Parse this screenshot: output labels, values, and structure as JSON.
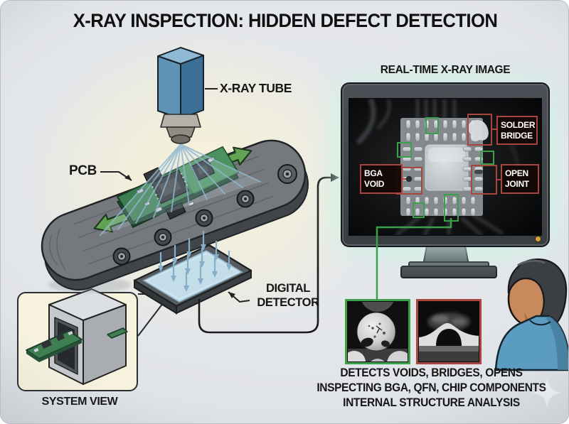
{
  "title": "X-RAY INSPECTION: HIDDEN DEFECT DETECTION",
  "scene": {
    "xray_tube_label": "X-RAY TUBE",
    "pcb_label": "PCB",
    "detector_label": "DIGITAL DETECTOR",
    "system_view": {
      "caption": "SYSTEM VIEW"
    }
  },
  "monitor": {
    "title": "REAL-TIME X-RAY IMAGE",
    "annotations": {
      "solder_bridge": "SOLDER BRIDGE",
      "bga_void": "BGA VOID",
      "open_joint": "OPEN JOINT"
    },
    "power_led_color": "#d8a13e"
  },
  "insets": {
    "bga_void_closeup": {
      "border_color": "#3aa04a"
    },
    "open_joint_closeup": {
      "border_color": "#a8453c"
    }
  },
  "footer": {
    "line1": "DETECTS VOIDS, BRIDGES, OPENS",
    "line2": "INSPECTING BGA, QFN, CHIP COMPONENTS",
    "line3": "INTERNAL STRUCTURE ANALYSIS"
  },
  "colors": {
    "accent_green": "#3aa04a",
    "accent_red": "#a8453c",
    "tube_blue": "#5e93b5",
    "pcb_green": "#3c7d50",
    "detector_blue": "#c3dde9",
    "shirt_blue": "#5b9dc1",
    "background": "#e1e4e8"
  },
  "watermark": {
    "icon": "sparkle"
  }
}
